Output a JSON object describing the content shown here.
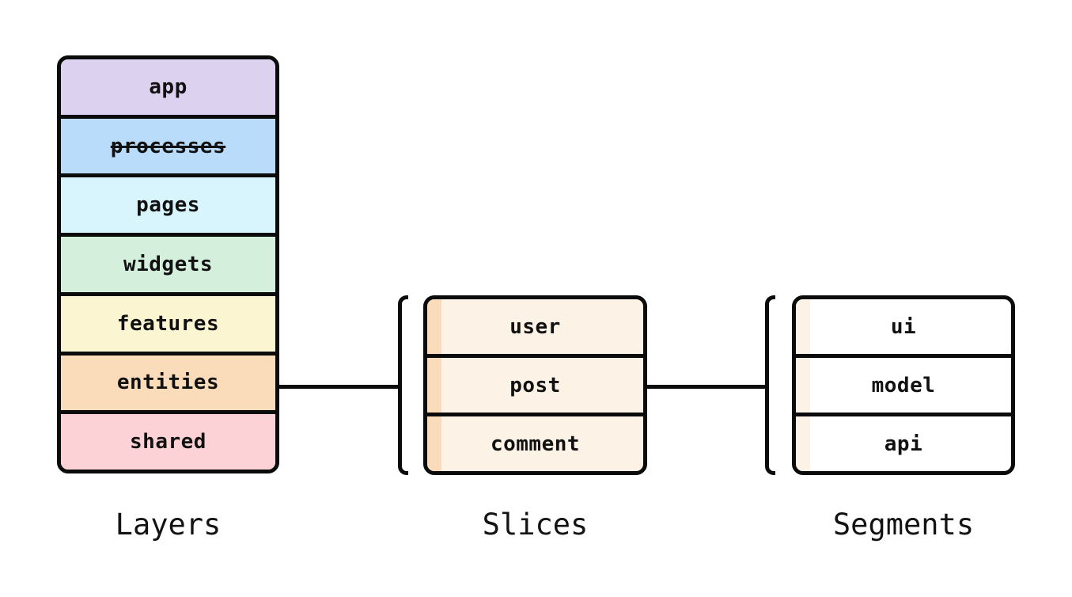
{
  "diagram": {
    "title": "Feature-Sliced Design structure diagram",
    "stroke_color": "#0b0b0b",
    "background_color": "#ffffff",
    "layers": {
      "caption": "Layers",
      "items": [
        {
          "label": "app",
          "color": "#ddd1f0",
          "strikethrough": false
        },
        {
          "label": "processes",
          "color": "#b9dcfa",
          "strikethrough": true
        },
        {
          "label": "pages",
          "color": "#d8f4fc",
          "strikethrough": false
        },
        {
          "label": "widgets",
          "color": "#d5efdd",
          "strikethrough": false
        },
        {
          "label": "features",
          "color": "#fbf5d2",
          "strikethrough": false
        },
        {
          "label": "entities",
          "color": "#fadcba",
          "strikethrough": false
        },
        {
          "label": "shared",
          "color": "#fcd2d6",
          "strikethrough": false
        }
      ]
    },
    "slices": {
      "caption": "Slices",
      "fill": "#fdf2e6",
      "stripe": "#fadcba",
      "items": [
        {
          "label": "user"
        },
        {
          "label": "post"
        },
        {
          "label": "comment"
        }
      ]
    },
    "segments": {
      "caption": "Segments",
      "fill": "#ffffff",
      "stripe": "#fdf2e6",
      "items": [
        {
          "label": "ui"
        },
        {
          "label": "model"
        },
        {
          "label": "api"
        }
      ]
    }
  }
}
